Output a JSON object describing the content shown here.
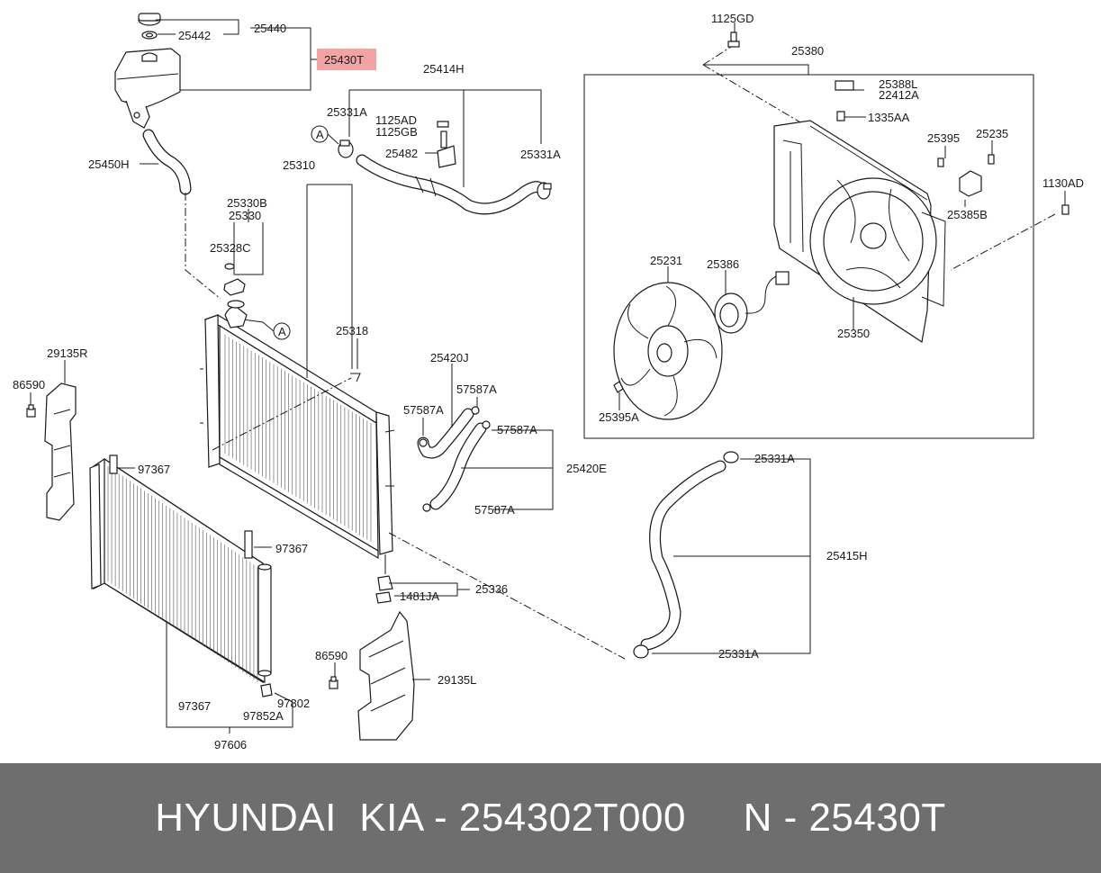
{
  "highlight_color": "#f4a3a3",
  "banner": {
    "text": "HYUNDAI  KIA - 254302T000     N - 25430T"
  },
  "parts": {
    "p25440": "25440",
    "p25442": "25442",
    "p25430T": "25430T",
    "p25414H": "25414H",
    "p25331A_a": "25331A",
    "p1125AD": "1125AD",
    "p1125GB": "1125GB",
    "p25482": "25482",
    "p25331A_b": "25331A",
    "p25450H": "25450H",
    "p25310": "25310",
    "p25330B": "25330B",
    "p25330": "25330",
    "p25328C": "25328C",
    "p25318": "25318",
    "p1125GD": "1125GD",
    "p25380": "25380",
    "p25388L": "25388L",
    "p22412A": "22412A",
    "p1335AA": "1335AA",
    "p25395": "25395",
    "p25235": "25235",
    "p1130AD": "1130AD",
    "p25385B": "25385B",
    "p25231": "25231",
    "p25386": "25386",
    "p25350": "25350",
    "p25395A": "25395A",
    "p29135R": "29135R",
    "p86590_a": "86590",
    "p97367_a": "97367",
    "p97367_b": "97367",
    "p25420J": "25420J",
    "p57587A_a": "57587A",
    "p57587A_b": "57587A",
    "p57587A_c": "57587A",
    "p25420E": "25420E",
    "p57587A_d": "57587A",
    "p25331A_c": "25331A",
    "p25415H": "25415H",
    "p25331A_d": "25331A",
    "p25336": "25336",
    "p1481JA": "1481JA",
    "p86590_b": "86590",
    "p29135L": "29135L",
    "p97367_c": "97367",
    "p97802": "97802",
    "p97852A": "97852A",
    "p97606": "97606",
    "markerA_1": "A",
    "markerA_2": "A"
  }
}
